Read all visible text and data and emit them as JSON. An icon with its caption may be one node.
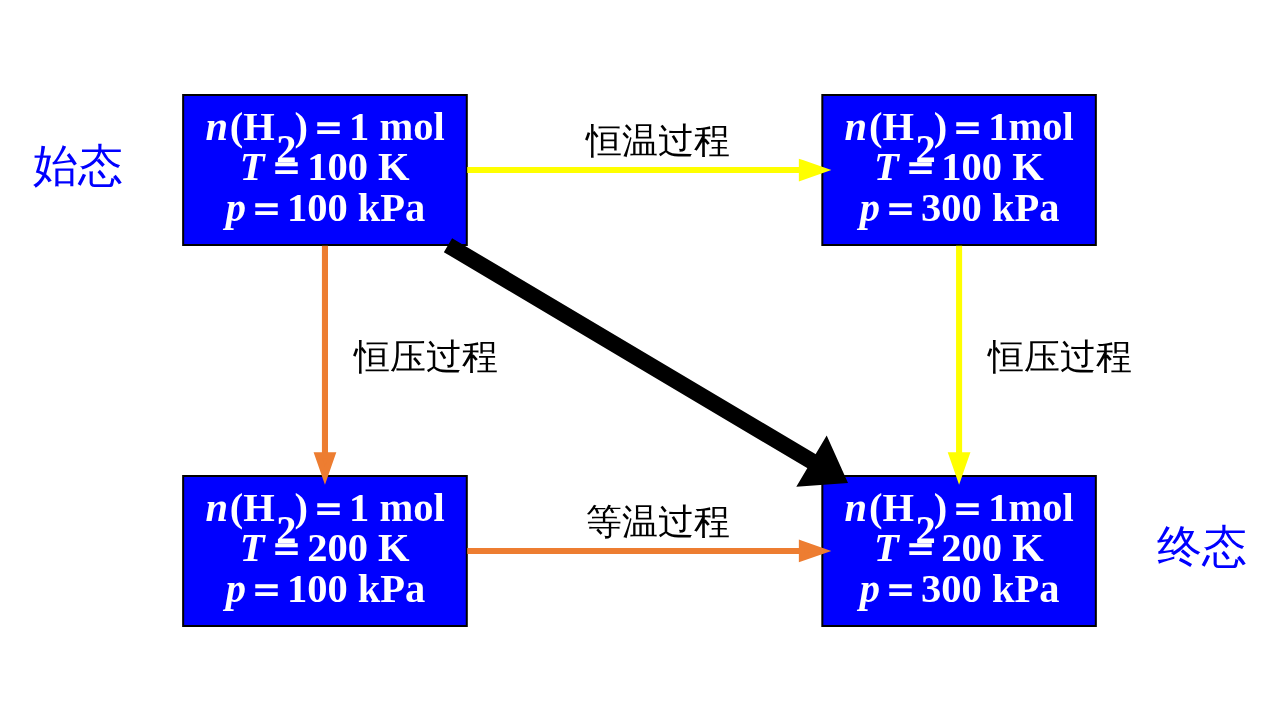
{
  "diagram": {
    "nodes": [
      {
        "text": [
          "*n*(H$_{2}$)＝1 mol",
          "*T*＝100 K",
          "*p*＝100 kPa"
        ],
        "beside": [
          "始态"
        ]
      },
      {
        "text": [
          "*n*(H$_{2}$)＝1mol",
          "*T*＝100 K",
          "*p*＝300 kPa"
        ]
      },
      {
        "text": [
          "*n*(H$_{2}$)＝1 mol",
          "*T*＝200 K",
          "*p*＝100 kPa"
        ]
      },
      {
        "text": [
          "*n*(H$_{2}$)＝1mol",
          "*T*＝200 K",
          "*p*＝300 kPa"
        ],
        "beside": [
          "终态"
        ]
      }
    ],
    "edges": [
      {
        "from": 0,
        "to": 1,
        "arrow": "to",
        "label": "恒温过程",
        "color": "#ffff00"
      },
      {
        "from": 0,
        "to": 2,
        "arrow": "to",
        "label": "恒压过程",
        "color": "#ed7d31"
      },
      {
        "from": 1,
        "to": 3,
        "arrow": "to",
        "label": "恒压过程",
        "color": "#ffff00"
      },
      {
        "from": 0,
        "to": 3,
        "arrow": "to",
        "style": "thick",
        "color": "#000000"
      },
      {
        "from": 2,
        "to": 3,
        "arrow": "to",
        "label": "等温过程",
        "color": "#ed7d31"
      }
    ]
  }
}
